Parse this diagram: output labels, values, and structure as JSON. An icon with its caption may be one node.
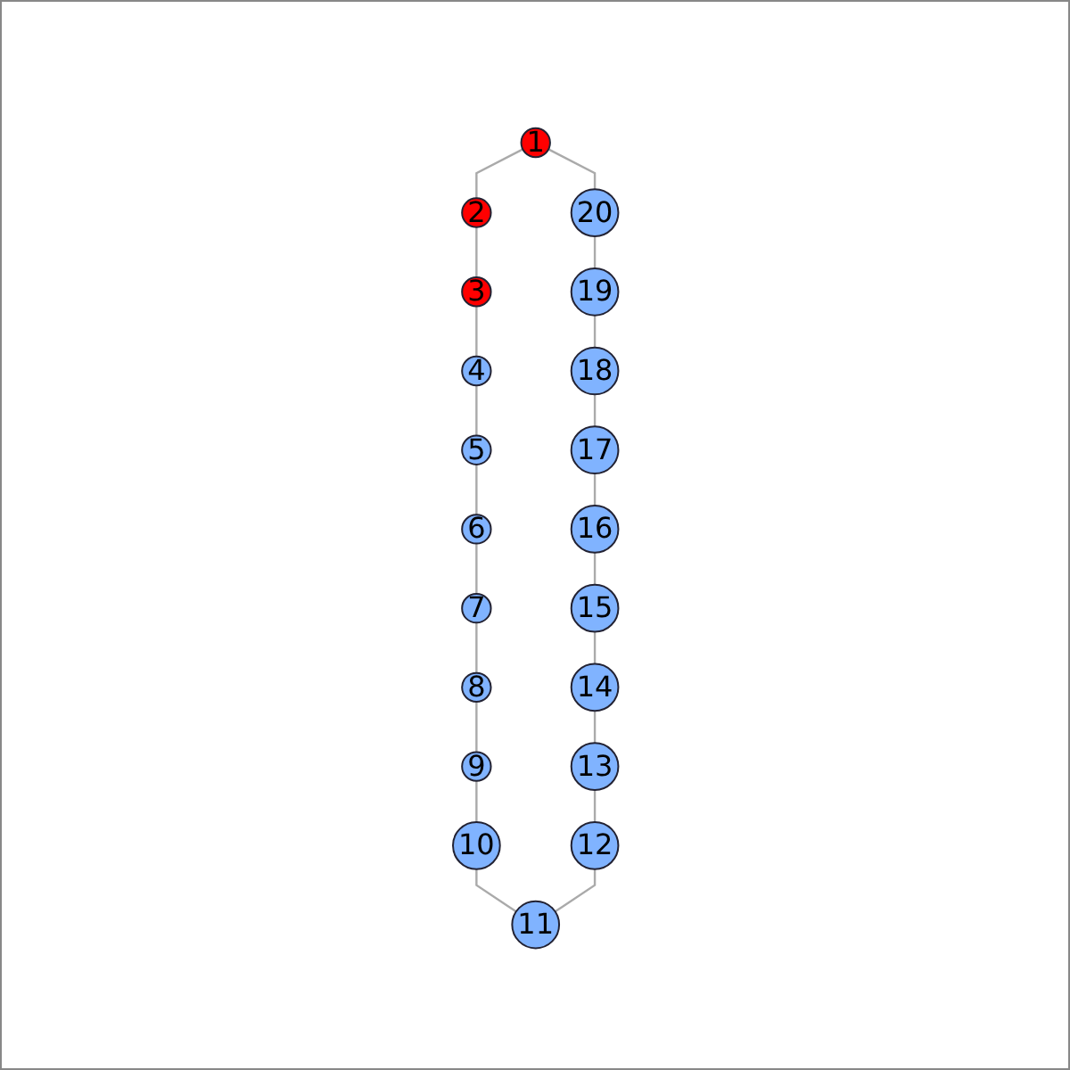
{
  "diagram": {
    "nodes": [
      {
        "text": [
          "1"
        ]
      },
      {
        "text": [
          "2"
        ]
      },
      {
        "text": [
          "3"
        ]
      },
      {
        "text": [
          "4"
        ]
      },
      {
        "text": [
          "5"
        ]
      },
      {
        "text": [
          "6"
        ]
      },
      {
        "text": [
          "7"
        ]
      },
      {
        "text": [
          "8"
        ]
      },
      {
        "text": [
          "9"
        ]
      },
      {
        "text": [
          "10"
        ]
      },
      {
        "text": [
          "11"
        ]
      },
      {
        "text": [
          "12"
        ]
      },
      {
        "text": [
          "13"
        ]
      },
      {
        "text": [
          "14"
        ]
      },
      {
        "text": [
          "15"
        ]
      },
      {
        "text": [
          "16"
        ]
      },
      {
        "text": [
          "17"
        ]
      },
      {
        "text": [
          "18"
        ]
      },
      {
        "text": [
          "19"
        ]
      },
      {
        "text": [
          "20"
        ]
      }
    ],
    "edges": [
      {
        "from": 0,
        "to": 1,
        "arrow": "none"
      },
      {
        "from": 1,
        "to": 2,
        "arrow": "none"
      },
      {
        "from": 2,
        "to": 3,
        "arrow": "none"
      },
      {
        "from": 3,
        "to": 4,
        "arrow": "none"
      },
      {
        "from": 4,
        "to": 5,
        "arrow": "none"
      },
      {
        "from": 5,
        "to": 6,
        "arrow": "none"
      },
      {
        "from": 6,
        "to": 7,
        "arrow": "none"
      },
      {
        "from": 7,
        "to": 8,
        "arrow": "none"
      },
      {
        "from": 8,
        "to": 9,
        "arrow": "none"
      },
      {
        "from": 9,
        "to": 10,
        "arrow": "none"
      },
      {
        "from": 10,
        "to": 11,
        "arrow": "none"
      },
      {
        "from": 11,
        "to": 12,
        "arrow": "none"
      },
      {
        "from": 12,
        "to": 13,
        "arrow": "none"
      },
      {
        "from": 13,
        "to": 14,
        "arrow": "none"
      },
      {
        "from": 14,
        "to": 15,
        "arrow": "none"
      },
      {
        "from": 15,
        "to": 16,
        "arrow": "none"
      },
      {
        "from": 16,
        "to": 17,
        "arrow": "none"
      },
      {
        "from": 17,
        "to": 18,
        "arrow": "none"
      },
      {
        "from": 18,
        "to": 19,
        "arrow": "none"
      },
      {
        "from": 19,
        "to": 0,
        "arrow": "none"
      }
    ]
  }
}
